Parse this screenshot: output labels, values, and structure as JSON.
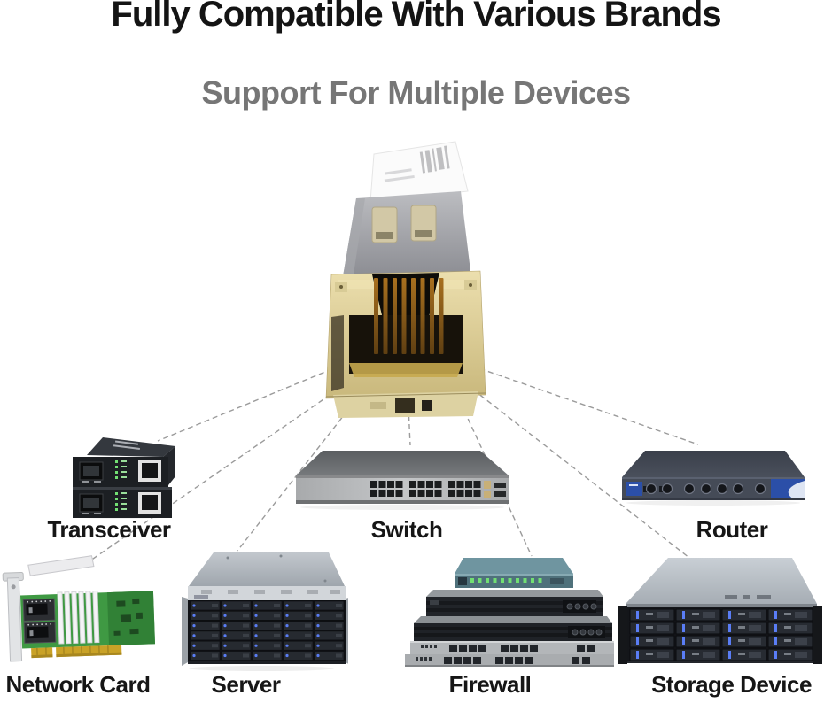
{
  "title": "Fully Compatible With Various Brands",
  "subtitle": "Support For Multiple Devices",
  "center_module": {
    "name": "sfp-to-rj45-copper-transceiver-module"
  },
  "devices": [
    {
      "id": "transceiver",
      "label": "Transceiver"
    },
    {
      "id": "switch",
      "label": "Switch"
    },
    {
      "id": "router",
      "label": "Router"
    },
    {
      "id": "network-card",
      "label": "Network Card"
    },
    {
      "id": "server",
      "label": "Server"
    },
    {
      "id": "firewall",
      "label": "Firewall"
    },
    {
      "id": "storage-device",
      "label": "Storage Device"
    }
  ],
  "colors": {
    "title_text": "#141414",
    "subtitle_text": "#767676",
    "connector_line": "#9b9b9b",
    "module_gold": "#d7c68c",
    "module_silver": "#a3a4a9",
    "pcb_green": "#3f9943",
    "status_led_green": "#72df72",
    "drive_led_blue": "#5a7df5",
    "router_accent_blue": "#2b4fa8",
    "uplink_port_tan": "#c8b078"
  }
}
